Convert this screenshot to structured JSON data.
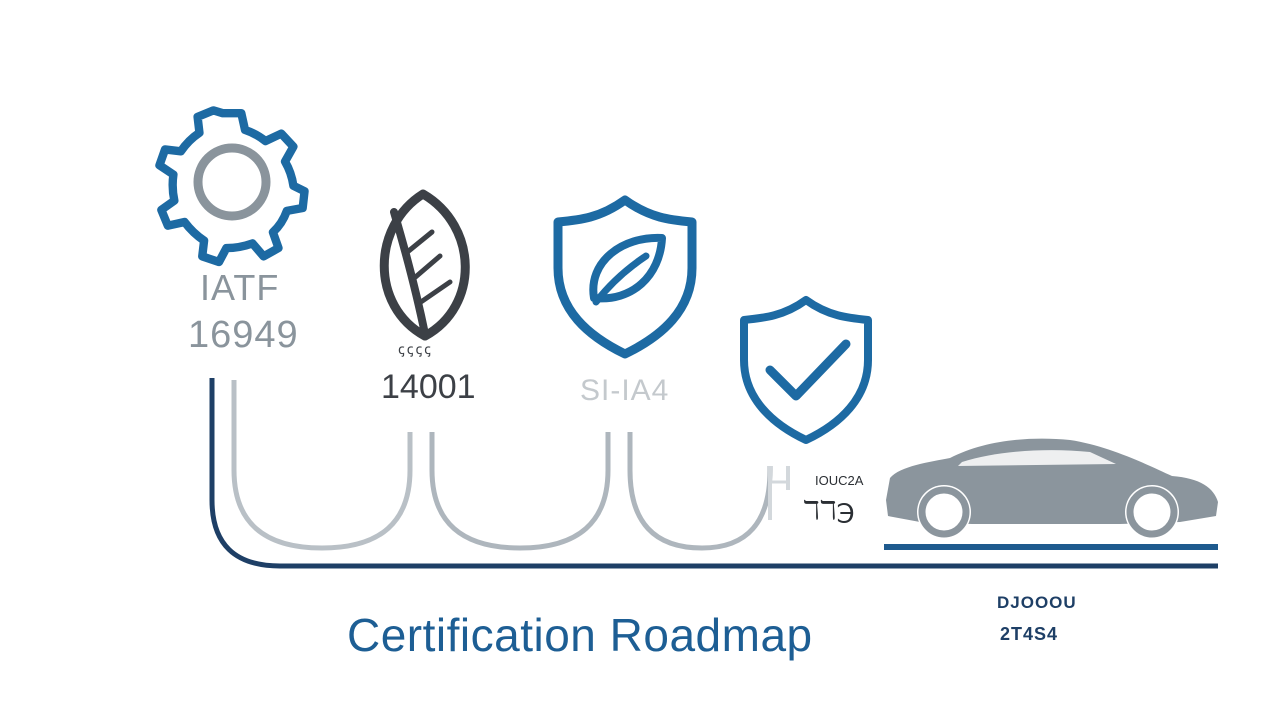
{
  "diagram": {
    "title": "Certification Roadmap",
    "milestones": [
      {
        "line1": "IATF",
        "line2": "16949",
        "icon": "gear-icon"
      },
      {
        "script": "ꞔꞔꞔꞔ",
        "label": "14001",
        "icon": "leaf-icon"
      },
      {
        "label": "SI-IA4",
        "icon": "shield-leaf-icon"
      },
      {
        "label": "",
        "icon": "shield-check-icon",
        "small_top": "IOUC2A",
        "small_bottom": "ℸℸ℈"
      }
    ],
    "destination": {
      "icon": "car-icon",
      "line1": "DJOOOU",
      "line2": "2T4S4"
    }
  },
  "colors": {
    "dark_blue": "#1e3f66",
    "accent_blue": "#1d6aa3",
    "gray": "#8a949c",
    "light_gray": "#b9c0c6"
  }
}
